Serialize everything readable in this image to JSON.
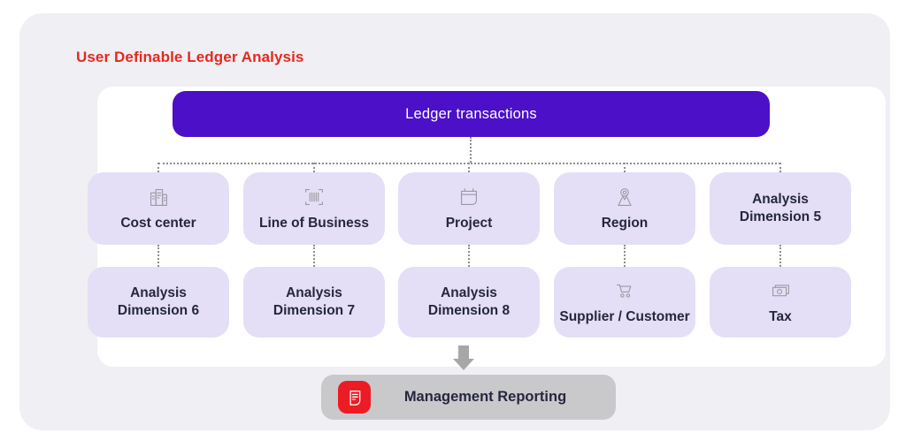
{
  "title": "User Definable Ledger Analysis",
  "root": {
    "label": "Ledger transactions"
  },
  "row1": [
    {
      "label": "Cost center",
      "icon": "buildings-icon"
    },
    {
      "label": "Line of Business",
      "icon": "barcode-icon"
    },
    {
      "label": "Project",
      "icon": "calendar-icon"
    },
    {
      "label": "Region",
      "icon": "map-pin-icon"
    },
    {
      "label": "Analysis Dimension 5",
      "icon": ""
    }
  ],
  "row2": [
    {
      "label": "Analysis Dimension 6",
      "icon": ""
    },
    {
      "label": "Analysis Dimension 7",
      "icon": ""
    },
    {
      "label": "Analysis Dimension 8",
      "icon": ""
    },
    {
      "label": "Supplier / Customer",
      "icon": "shopping-cart-icon"
    },
    {
      "label": "Tax",
      "icon": "banknote-icon"
    }
  ],
  "output": {
    "label": "Management Reporting",
    "icon": "report-icon"
  },
  "colors": {
    "title_red": "#E5291F",
    "accent_purple": "#4B10C7",
    "dimension_box_lavender": "#E4DFF6",
    "text_dark": "#262640",
    "output_pill_gray": "#C9C9CC",
    "output_icon_red": "#EC1C24",
    "connector_gray": "#8E8E90",
    "arrow_gray": "#A7A7A9",
    "panel_white": "#FFFFFF",
    "canvas_gray": "#F0EFF3"
  }
}
